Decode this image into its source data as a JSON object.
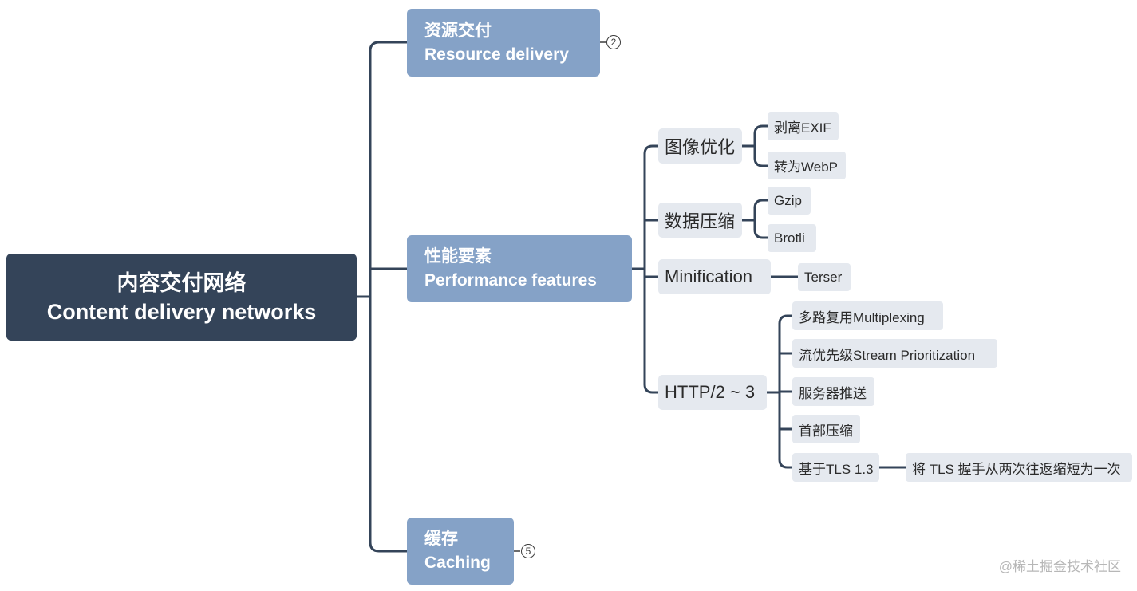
{
  "root": {
    "title_zh": "内容交付网络",
    "title_en": "Content delivery networks"
  },
  "branches": [
    {
      "title_zh": "资源交付",
      "title_en": "Resource delivery",
      "collapsed_count": "2"
    },
    {
      "title_zh": "性能要素",
      "title_en": "Performance features"
    },
    {
      "title_zh": "缓存",
      "title_en": "Caching",
      "collapsed_count": "5"
    }
  ],
  "performance": [
    {
      "label": "图像优化",
      "children": [
        "剥离EXIF",
        "转为WebP"
      ]
    },
    {
      "label": "数据压缩",
      "children": [
        "Gzip",
        "Brotli"
      ]
    },
    {
      "label": "Minification",
      "children": [
        "Terser"
      ]
    },
    {
      "label": "HTTP/2 ~ 3",
      "children": [
        "多路复用Multiplexing",
        "流优先级Stream Prioritization",
        "服务器推送",
        "首部压缩",
        "基于TLS 1.3"
      ]
    }
  ],
  "tls_detail": "将 TLS 握手从两次往返缩短为一次",
  "watermark": "@稀土掘金技术社区",
  "colors": {
    "root": "#344459",
    "branch": "#85a2c7",
    "sub": "#e5e9ef",
    "line": "#344459"
  }
}
